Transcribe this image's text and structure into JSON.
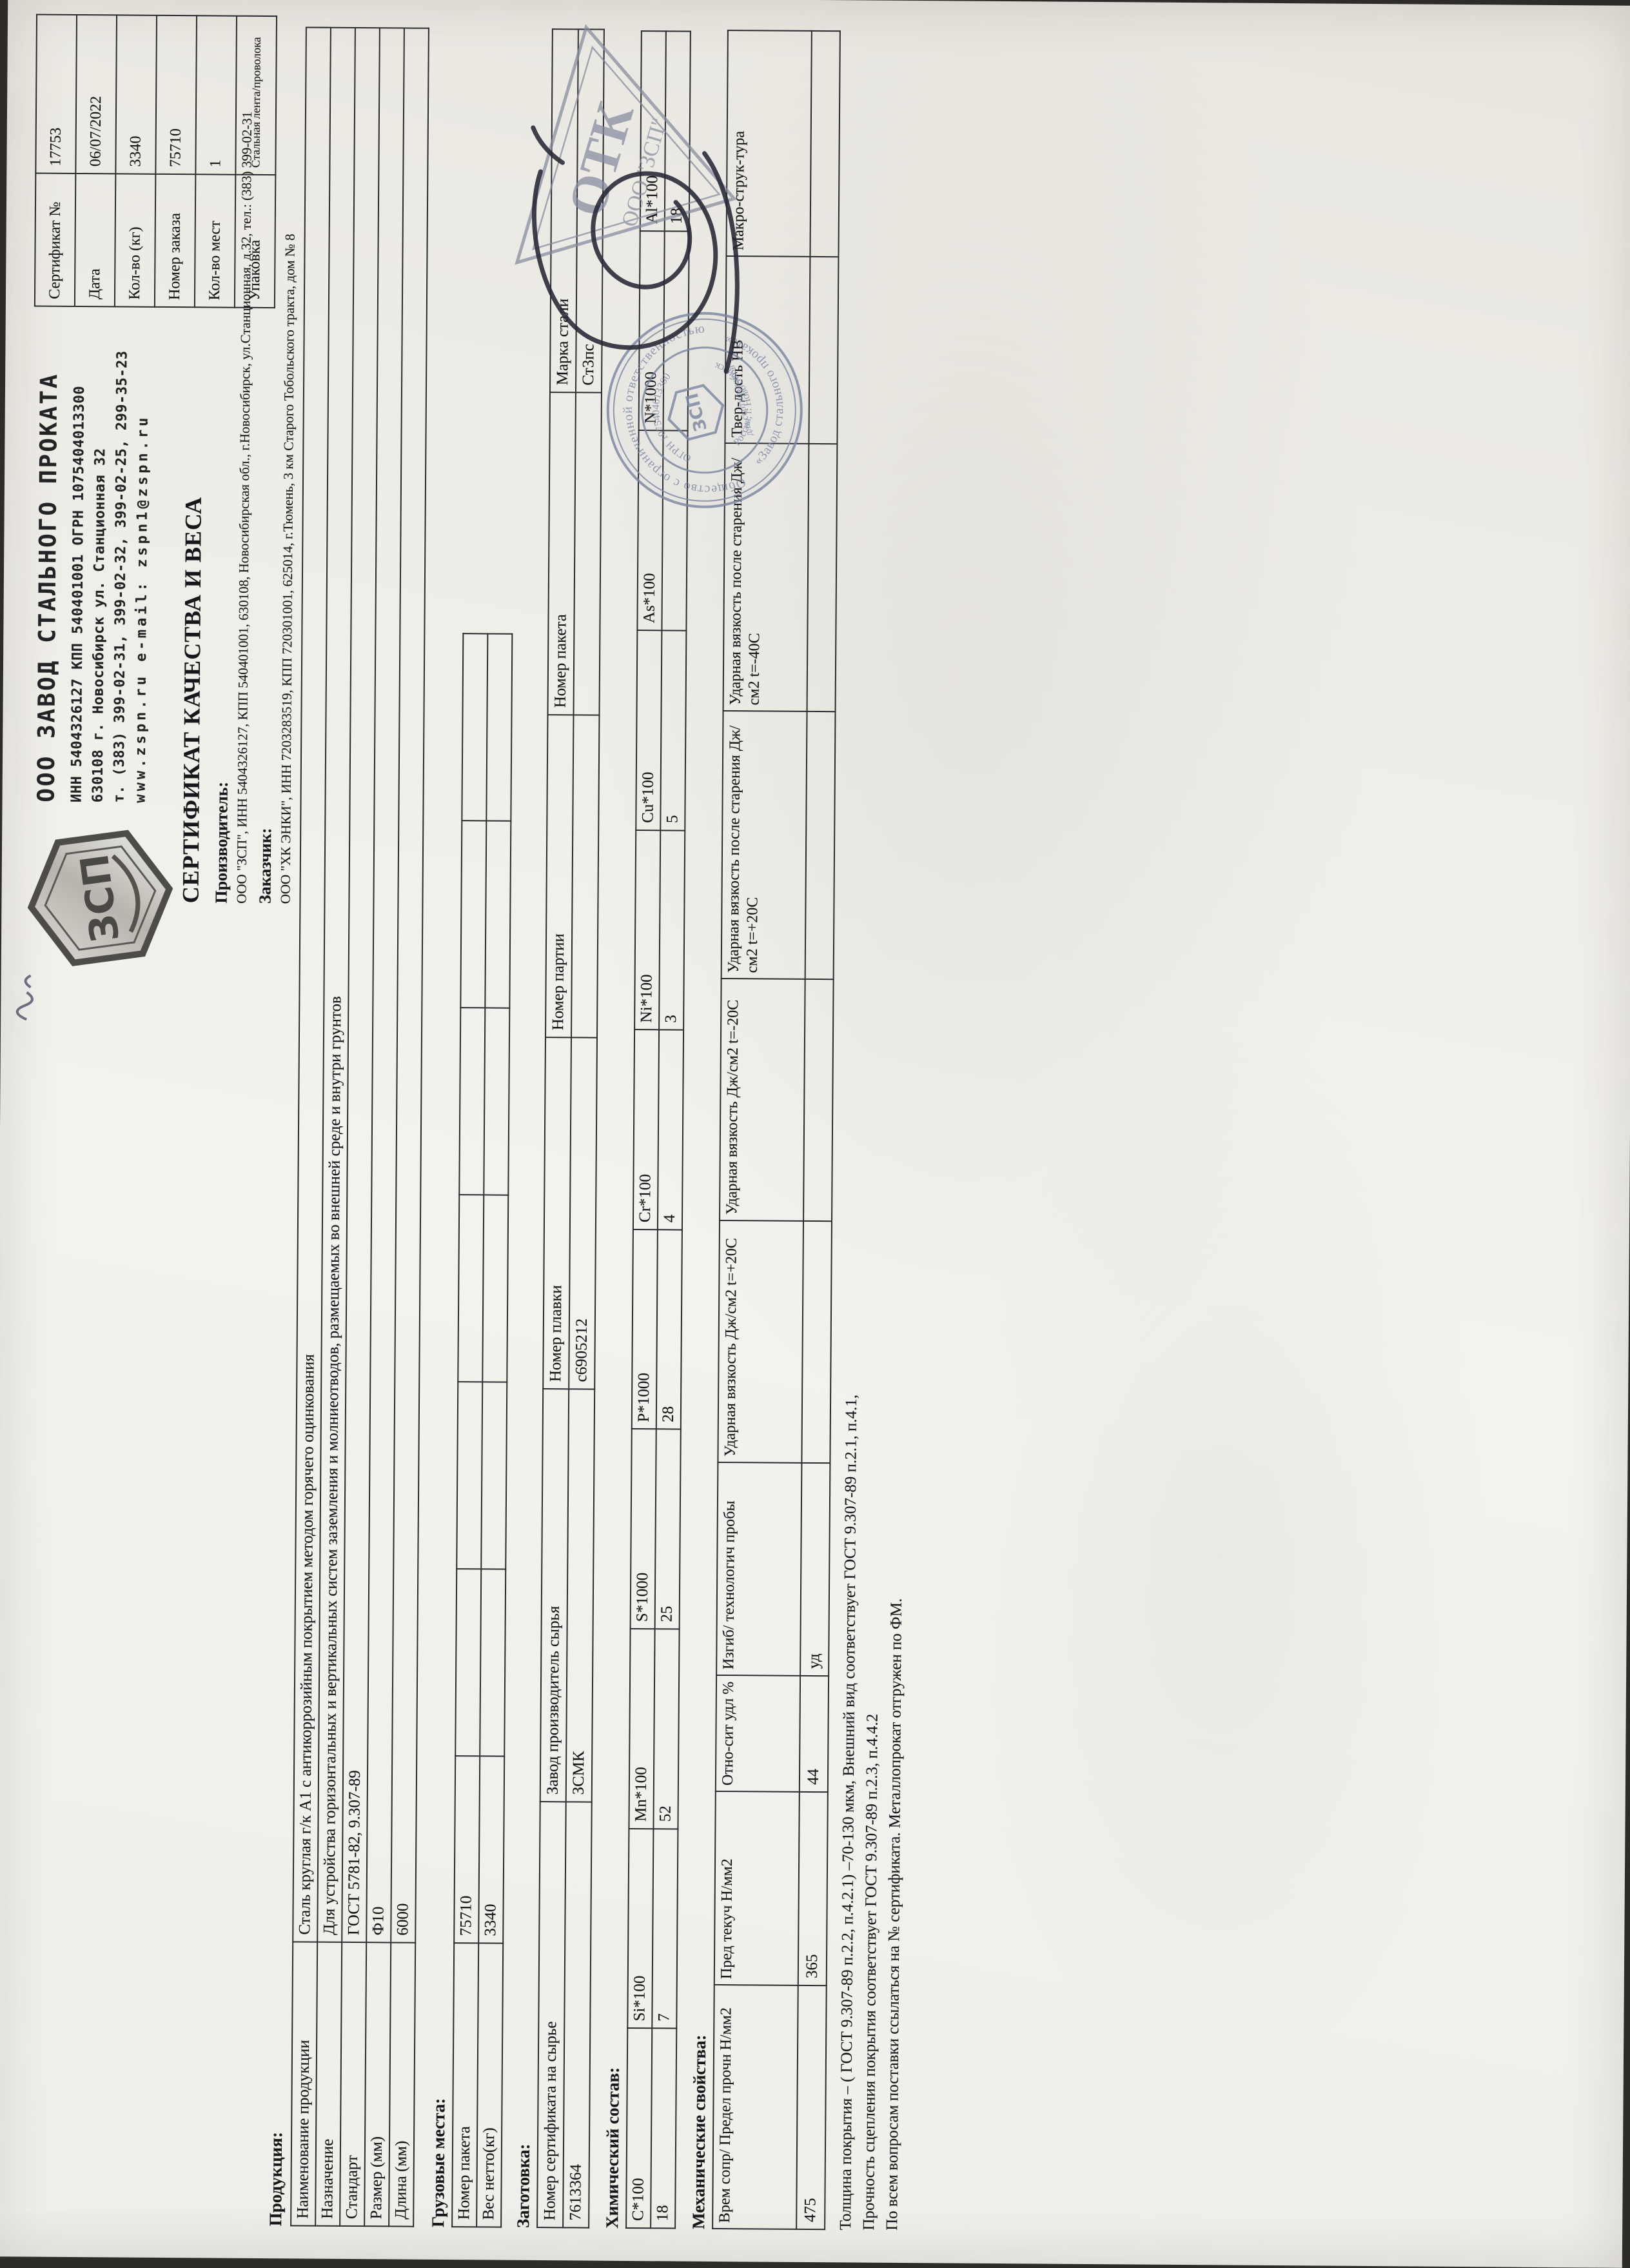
{
  "colors": {
    "paper": "#f0efe9",
    "ink": "#17171b",
    "table_line": "#2b2b30",
    "stamp_ink": "#7b87a2",
    "pen_ink": "#262734"
  },
  "letterhead": {
    "logo_text": "ЗСП",
    "company_name": "ООО ЗАВОД СТАЛЬНОГО ПРОКАТА",
    "line2": "ИНН 5404326127 КПП 540401001 ОГРН 1075404013300",
    "line3": "630108  г. Новосибирск  ул. Станционная  32",
    "line4": "т. (383) 399-02-31,  399-02-32,  399-02-25,  299-35-23",
    "line5": "www.zspn.ru  e-mail: zspn1@zspn.ru"
  },
  "cert_table": {
    "rows": [
      {
        "label": "Сертификат №",
        "value": "17753"
      },
      {
        "label": "Дата",
        "value": "06/07/2022"
      },
      {
        "label": "Кол-во (кг)",
        "value": "3340"
      },
      {
        "label": "Номер заказа",
        "value": "75710"
      },
      {
        "label": "Кол-во мест",
        "value": "1"
      },
      {
        "label": "Упаковка",
        "value": "Стальная лента/проволока"
      }
    ]
  },
  "title": "СЕРТИФИКАТ КАЧЕСТВА И ВЕСА",
  "producer": {
    "label": "Производитель:",
    "text": "ООО \"ЗСП\", ИНН 5404326127, КПП 540401001, 630108, Новосибирская обл., г.Новосибирск, ул.Станционная, д.32, тел.: (383) 399-02-31"
  },
  "customer": {
    "label": "Заказчик:",
    "text": "ООО \"ХК ЭНКИ\", ИНН 7203283519, КПП 720301001, 625014, г.Тюмень, 3 км Старого Тобольского тракта, дом № 8"
  },
  "product_section": {
    "heading": "Продукция:",
    "rows": [
      {
        "label": "Наименование продукции",
        "value": "Сталь круглая г/к  А1 с антикоррозийным покрытием методом горячего оцинкования"
      },
      {
        "label": "Назначение",
        "value": "Для устройства горизонтальных и вертикальных систем заземления и молниеотводов, размещаемых во внешней среде и внутри грунтов"
      },
      {
        "label": "Стандарт",
        "value": "ГОСТ 5781-82, 9.307-89"
      },
      {
        "label": "Размер (мм)",
        "value": "Ф10"
      },
      {
        "label": "Длина (мм)",
        "value": "6000"
      }
    ]
  },
  "cargo_section": {
    "heading": "Грузовые места:",
    "rows": [
      {
        "label": "Номер пакета",
        "value": "75710"
      },
      {
        "label": "Вес нетто(кг)",
        "value": "3340"
      }
    ]
  },
  "billet_section": {
    "heading": "Заготовка:",
    "columns": [
      "Номер сертификата на сырье",
      "Завод производитель сырья",
      "Номер плавки",
      "Номер партии",
      "Номер пакета",
      "Марка стали"
    ],
    "values": [
      "7613364",
      "ЗСМК",
      "с6905212",
      "",
      "",
      "Ст3пс"
    ]
  },
  "chemistry_section": {
    "heading": "Химический состав:",
    "columns": [
      "С*100",
      "Si*100",
      "Mn*100",
      "S*1000",
      "P*1000",
      "Cr*100",
      "Ni*100",
      "Cu*100",
      "As*100",
      "N*1000",
      "Al*100"
    ],
    "values": [
      "18",
      "7",
      "52",
      "25",
      "28",
      "4",
      "3",
      "5",
      "",
      "",
      "18"
    ]
  },
  "mechanical_section": {
    "heading": "Механические свойства:",
    "columns": [
      "Врем сопр/ Предел прочн Н/мм2",
      "Пред текуч Н/мм2",
      "Отно-сит удл %",
      "Изгиб/ технологич пробы",
      "Ударная вязкость Дж/см2 t=+20С",
      "Ударная вязкость Дж/см2 t=-20С",
      "Ударная вязкость после старения Дж/см2 t=+20С",
      "Ударная вязкость после старения Дж/см2 t=-40С",
      "Твер-дость НВ",
      "Макро-струк-тура"
    ],
    "values": [
      "475",
      "365",
      "44",
      "уд",
      "",
      "",
      "",
      "",
      "",
      ""
    ]
  },
  "footer": {
    "line1": "Толщина покрытия – ( ГОСТ 9.307-89 п.2.2, п.4.2.1) –70-130 мкм, Внешний вид соответствует ГОСТ 9.307-89 п.2.1, п.4.1,",
    "line2": "Прочность сцепления покрытия соответствует ГОСТ 9.307-89 п.2.3, п.4.4.2",
    "line3": "По всем вопросам поставки ссылаться на № сертификата. Металлопрокат отгружен по ФМ."
  },
  "stamps": {
    "round": {
      "arc_top": "Общество с ограниченной ответственностью",
      "arc_bottom": "«Завод стального проката»",
      "inner_top": "ОГРН 1075404013300",
      "inner_mid": "для сертификатов",
      "inner_bottom": "Россия, г. Новосибирск",
      "logo_text": "ЗСП"
    },
    "triangle": {
      "line1": "ОТК",
      "line2": "ООО \"ЗСП\""
    }
  }
}
